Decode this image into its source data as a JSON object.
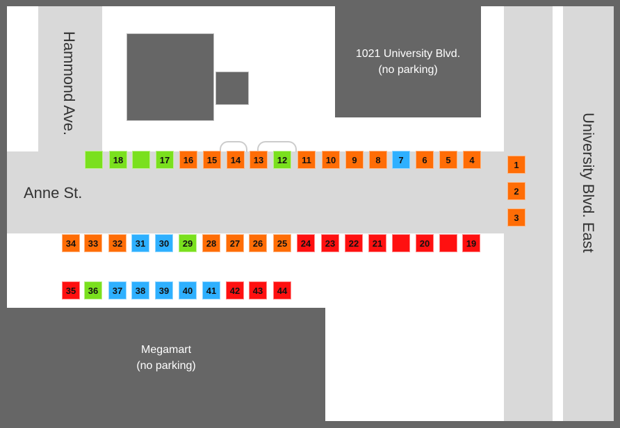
{
  "colors": {
    "green": "#7ae01e",
    "orange": "#ff6d06",
    "blue": "#2eb0ff",
    "red": "#ff1010",
    "road": "#d9d9d9",
    "building": "#666666"
  },
  "streets": {
    "hammond": "Hammond Ave.",
    "anne": "Anne St.",
    "university": "University Blvd. East"
  },
  "buildings": {
    "university_1021": {
      "name": "1021 University Blvd.",
      "note": "(no parking)"
    },
    "megamart": {
      "name": "Megamart",
      "note": "(no parking)"
    }
  },
  "rows": {
    "top": [
      {
        "label": "",
        "status": "green"
      },
      {
        "label": "18",
        "status": "green"
      },
      {
        "label": "",
        "status": "green"
      },
      {
        "label": "17",
        "status": "green"
      },
      {
        "label": "16",
        "status": "orange"
      },
      {
        "label": "15",
        "status": "orange"
      },
      {
        "label": "14",
        "status": "orange"
      },
      {
        "label": "13",
        "status": "orange"
      },
      {
        "label": "12",
        "status": "green"
      },
      {
        "label": "11",
        "status": "orange"
      },
      {
        "label": "10",
        "status": "orange"
      },
      {
        "label": "9",
        "status": "orange"
      },
      {
        "label": "8",
        "status": "orange"
      },
      {
        "label": "7",
        "status": "blue"
      },
      {
        "label": "6",
        "status": "orange"
      },
      {
        "label": "5",
        "status": "orange"
      },
      {
        "label": "4",
        "status": "orange"
      }
    ],
    "right": [
      {
        "label": "1",
        "status": "orange"
      },
      {
        "label": "2",
        "status": "orange"
      },
      {
        "label": "3",
        "status": "orange"
      }
    ],
    "middle": [
      {
        "label": "34",
        "status": "orange"
      },
      {
        "label": "33",
        "status": "orange"
      },
      {
        "label": "32",
        "status": "orange"
      },
      {
        "label": "31",
        "status": "blue"
      },
      {
        "label": "30",
        "status": "blue"
      },
      {
        "label": "29",
        "status": "green"
      },
      {
        "label": "28",
        "status": "orange"
      },
      {
        "label": "27",
        "status": "orange"
      },
      {
        "label": "26",
        "status": "orange"
      },
      {
        "label": "25",
        "status": "orange"
      },
      {
        "label": "24",
        "status": "red"
      },
      {
        "label": "23",
        "status": "red"
      },
      {
        "label": "22",
        "status": "red"
      },
      {
        "label": "21",
        "status": "red"
      },
      {
        "label": "",
        "status": "red"
      },
      {
        "label": "20",
        "status": "red"
      },
      {
        "label": "",
        "status": "red"
      },
      {
        "label": "19",
        "status": "red"
      }
    ],
    "bottom": [
      {
        "label": "35",
        "status": "red"
      },
      {
        "label": "36",
        "status": "green"
      },
      {
        "label": "37",
        "status": "blue"
      },
      {
        "label": "38",
        "status": "blue"
      },
      {
        "label": "39",
        "status": "blue"
      },
      {
        "label": "40",
        "status": "blue"
      },
      {
        "label": "41",
        "status": "blue"
      },
      {
        "label": "42",
        "status": "red"
      },
      {
        "label": "43",
        "status": "red"
      },
      {
        "label": "44",
        "status": "red"
      }
    ]
  }
}
